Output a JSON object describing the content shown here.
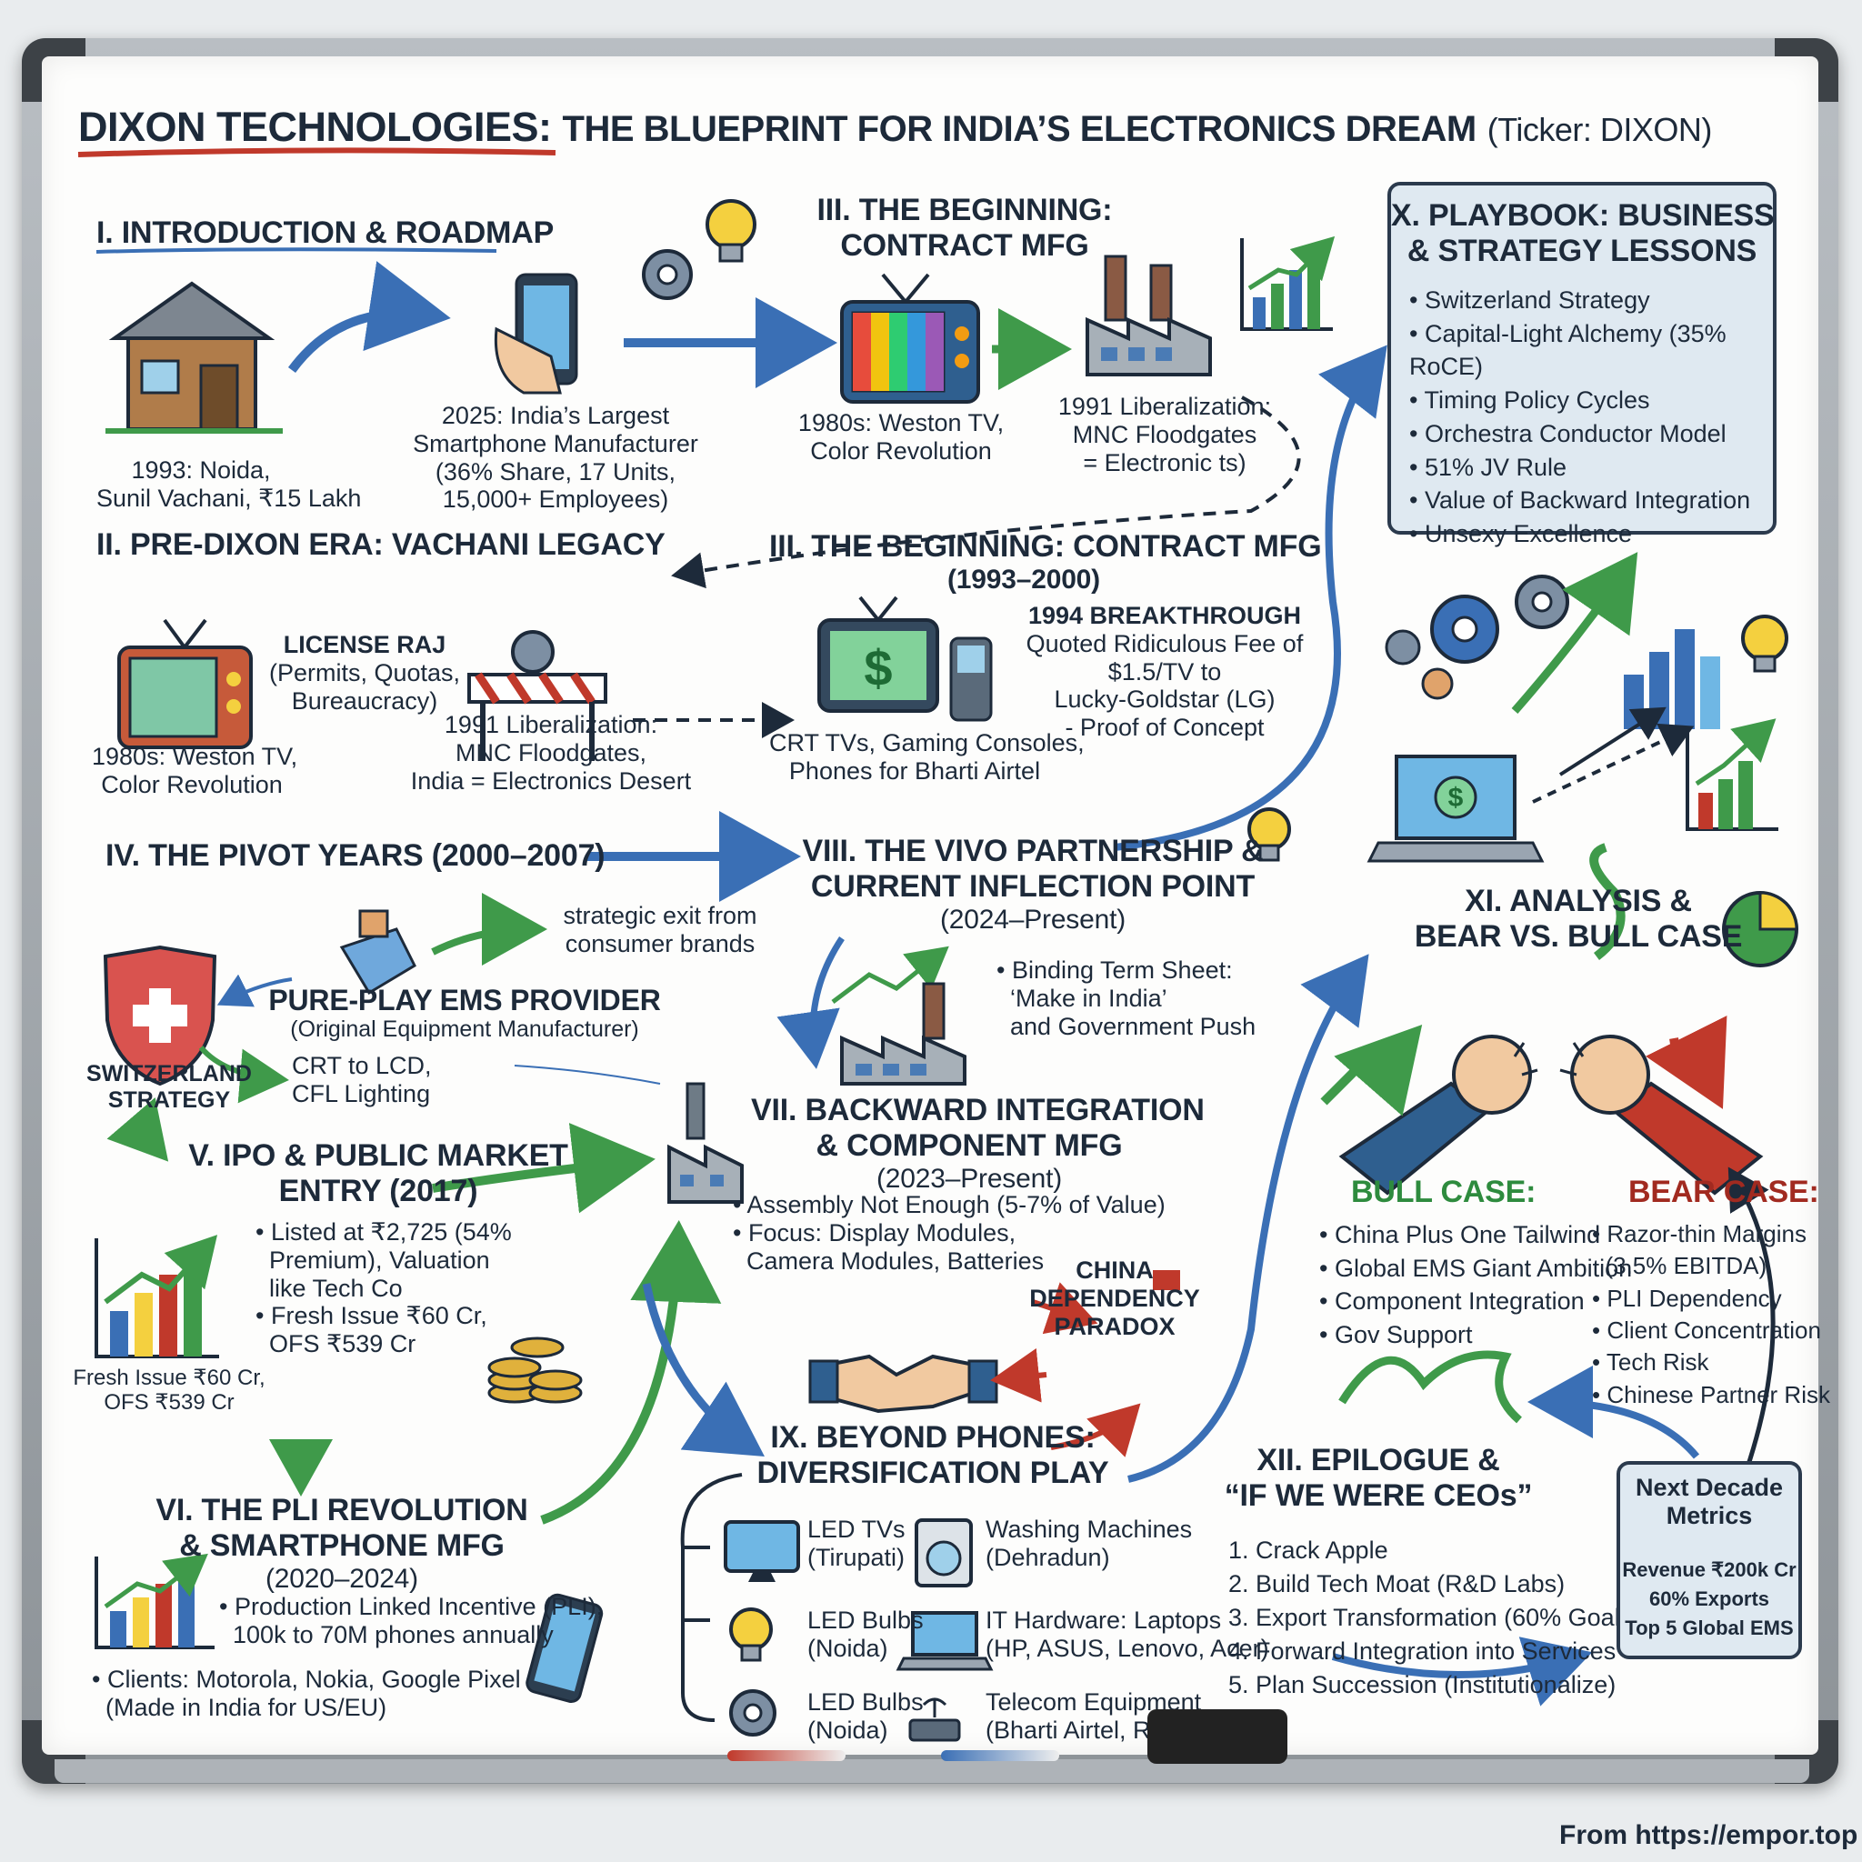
{
  "title": {
    "prefix": "DIXON TECHNOLOGIES:",
    "main": "THE BLUEPRINT FOR INDIA’S ELECTRONICS DREAM",
    "ticker": "(Ticker: DIXON)"
  },
  "s1": {
    "heading": "I. INTRODUCTION & ROADMAP",
    "house_caption": [
      "1993: Noida,",
      "Sunil Vachani, ₹15 Lakh"
    ],
    "phone_caption": [
      "2025: India’s Largest",
      "Smartphone Manufacturer",
      "(36% Share, 17 Units,",
      "15,000+ Employees)"
    ]
  },
  "s3a": {
    "heading": [
      "III. THE BEGINNING:",
      "CONTRACT MFG"
    ],
    "tv_caption": [
      "1980s: Weston TV,",
      "Color Revolution"
    ],
    "factory_caption": [
      "1991 Liberalization:",
      "MNC Floodgates",
      "= Electronic ts)"
    ]
  },
  "s10": {
    "heading": [
      "X. PLAYBOOK: BUSINESS",
      "& STRATEGY LESSONS"
    ],
    "items": [
      "Switzerland Strategy",
      "Capital-Light Alchemy (35% RoCE)",
      "Timing Policy Cycles",
      "Orchestra Conductor Model",
      "51% JV Rule",
      "Value of Backward Integration",
      "Unsexy Excellence"
    ]
  },
  "s2": {
    "heading": "II. PRE-DIXON ERA: VACHANI LEGACY",
    "tv_caption": [
      "1980s: Weston TV,",
      "Color Revolution"
    ],
    "license": [
      "LICENSE RAJ",
      "(Permits, Quotas,",
      "Bureaucracy)"
    ],
    "liberal": [
      "1991 Liberalization:",
      "MNC Floodgates,",
      "India = Electronics Desert"
    ]
  },
  "s3b": {
    "heading": [
      "III. THE BEGINNING: CONTRACT MFG",
      "(1993–2000)"
    ],
    "caption": [
      "CRT TVs, Gaming Consoles,",
      "Phones for Bharti Airtel"
    ],
    "breakthrough": [
      "1994 BREAKTHROUGH",
      "Quoted Ridiculous Fee of",
      "$1.5/TV to",
      "Lucky-Goldstar (LG)",
      "- Proof of Concept"
    ]
  },
  "s4": {
    "heading": "IV. THE PIVOT YEARS (2000–2007)",
    "exit": [
      "strategic exit from",
      "consumer brands"
    ],
    "ems": [
      "PURE-PLAY EMS PROVIDER",
      "(Original Equipment Manufacturer)"
    ],
    "swiss": [
      "SWITZERLAND",
      "STRATEGY"
    ],
    "crt": [
      "CRT to LCD,",
      "CFL Lighting"
    ]
  },
  "s5": {
    "heading": [
      "V. IPO & PUBLIC MARKET",
      "ENTRY (2017)"
    ],
    "items": [
      "Listed at ₹2,725 (54%",
      "Premium), Valuation",
      "like Tech Co",
      "Fresh Issue ₹60 Cr,",
      "OFS ₹539 Cr"
    ],
    "side": [
      "Fresh Issue ₹60 Cr,",
      "OFS ₹539 Cr"
    ]
  },
  "s6": {
    "heading": [
      "VI. THE PLI REVOLUTION",
      "& SMARTPHONE MFG",
      "(2020–2024)"
    ],
    "items": [
      "Production Linked Incentive (PLI),",
      "100k to 70M phones annually",
      "Clients: Motorola, Nokia, Google Pixel",
      "(Made in India for US/EU)"
    ]
  },
  "s7": {
    "heading": [
      "VII. BACKWARD INTEGRATION",
      "& COMPONENT MFG",
      "(2023–Present)"
    ],
    "items": [
      "Assembly Not Enough (5-7% of Value)",
      "Focus: Display Modules,",
      "Camera Modules, Batteries"
    ],
    "china": [
      "CHINA",
      "DEPENDENCY",
      "PARADOX"
    ]
  },
  "s8": {
    "heading": [
      "VIII. THE VIVO PARTNERSHIP &",
      "CURRENT INFLECTION POINT",
      "(2024–Present)"
    ],
    "items": [
      "Binding Term Sheet:",
      "‘Make in India’",
      "and Government Push"
    ]
  },
  "s9": {
    "heading": [
      "IX. BEYOND PHONES:",
      "DIVERSIFICATION PLAY"
    ],
    "products": [
      {
        "name": "LED TVs",
        "loc": "(Tirupati)"
      },
      {
        "name": "Washing Machines",
        "loc": "(Dehradun)"
      },
      {
        "name": "LED Bulbs",
        "loc": "(Noida)"
      },
      {
        "name": "IT Hardware: Laptops",
        "loc": "(HP, ASUS, Lenovo, Acer)"
      },
      {
        "name": "LED Bulbs",
        "loc": "(Noida)"
      },
      {
        "name": "Telecom Equipment",
        "loc": "(Bharti Airtel, Routers)"
      }
    ]
  },
  "s11": {
    "heading": [
      "XI. ANALYSIS &",
      "BEAR VS. BULL CASE"
    ],
    "bull_title": "BULL CASE:",
    "bull": [
      "China Plus One Tailwind",
      "Global EMS Giant Ambition",
      "Component Integration",
      "Gov Support"
    ],
    "bear_title": "BEAR CASE:",
    "bear": [
      "Razor-thin Margins",
      "(3.5% EBITDA)",
      "PLI Dependency",
      "Client Concentration",
      "Tech Risk",
      "Chinese Partner Risk"
    ]
  },
  "s12": {
    "heading": [
      "XII. EPILOGUE &",
      "“IF WE WERE CEOs”"
    ],
    "items": [
      "1. Crack Apple",
      "2. Build Tech Moat (R&D Labs)",
      "3. Export Transformation (60% Goal)",
      "4. Forward Integration into Services",
      "5. Plan Succession (Institutionalize)"
    ]
  },
  "metrics": {
    "title": [
      "Next Decade",
      "Metrics"
    ],
    "items": [
      "Revenue ₹200k Cr",
      "60% Exports",
      "Top 5 Global EMS"
    ]
  },
  "source": "From https://empor.top",
  "colors": {
    "ink": "#1d2a3a",
    "blue": "#3a6fb5",
    "green": "#3f9a4a",
    "red": "#c0392b"
  }
}
